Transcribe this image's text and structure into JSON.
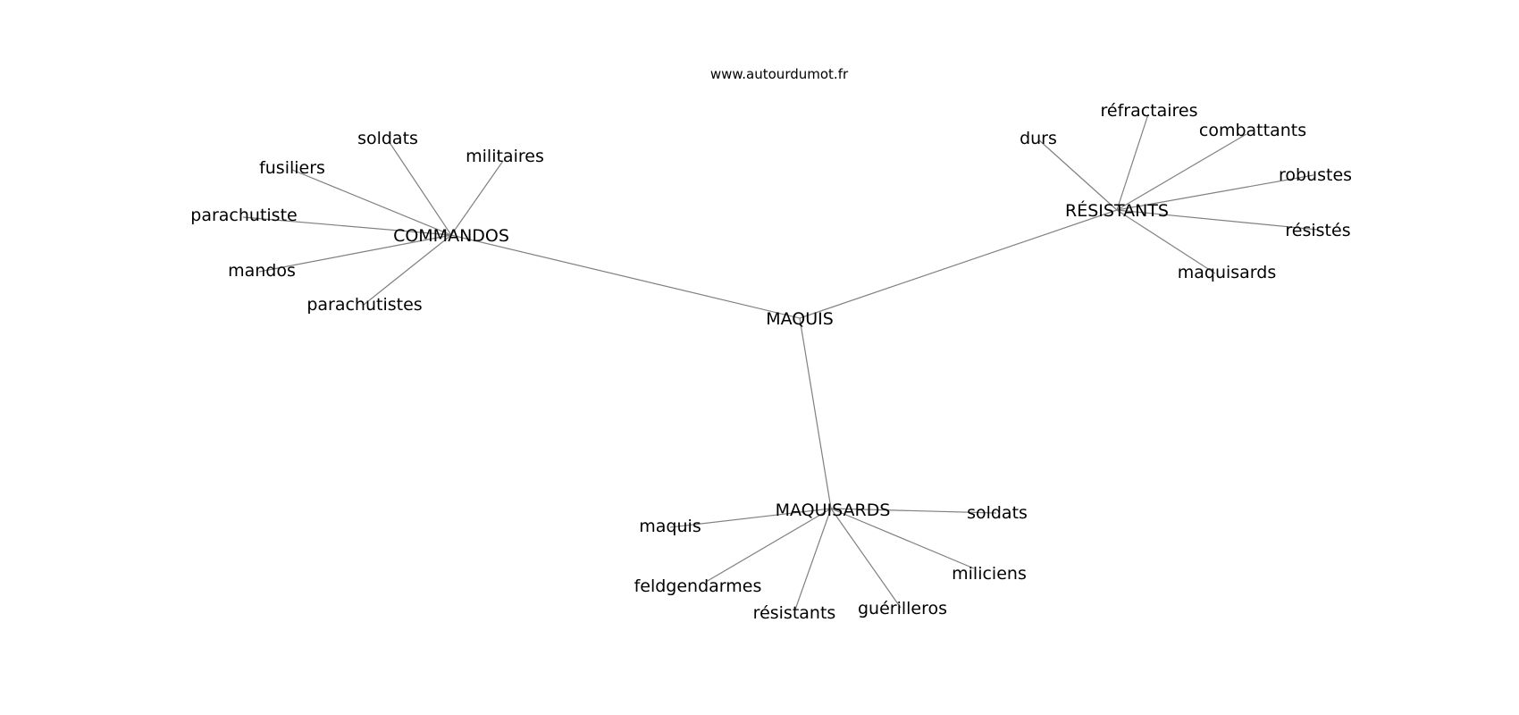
{
  "source": "www.autourdumot.fr",
  "graph": {
    "center": "MAQUIS",
    "hubs": [
      {
        "label": "COMMANDOS",
        "leaves": [
          "soldats",
          "militaires",
          "fusiliers",
          "parachutiste",
          "mandos",
          "parachutistes"
        ]
      },
      {
        "label": "RÉSISTANTS",
        "leaves": [
          "réfractaires",
          "durs",
          "combattants",
          "robustes",
          "résistés",
          "maquisards"
        ]
      },
      {
        "label": "MAQUISARDS",
        "leaves": [
          "maquis",
          "soldats",
          "feldgendarmes",
          "miliciens",
          "résistants",
          "guérilleros"
        ]
      }
    ]
  }
}
